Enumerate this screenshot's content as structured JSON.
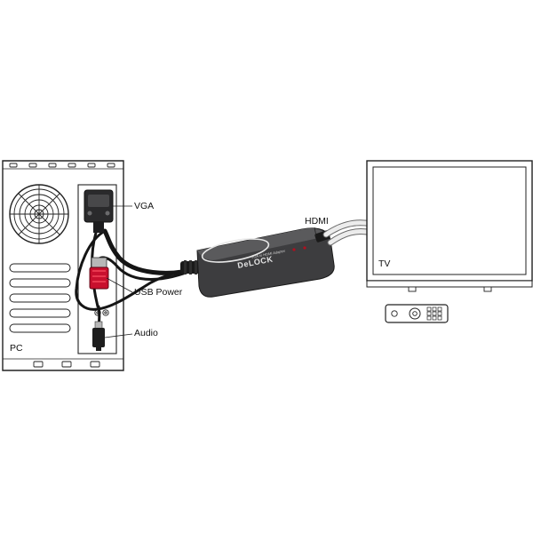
{
  "labels": {
    "vga": "VGA",
    "hdmi": "HDMI",
    "usb_power": "USB Power",
    "audio": "Audio",
    "pc": "PC",
    "tv": "TV"
  },
  "adapter": {
    "brand": "DeLOCK",
    "model_text": "VGA to HDMI Adapter"
  },
  "colors": {
    "line": "#222222",
    "adapter_body": "#3d3d3f",
    "adapter_top": "#555557",
    "usb_plug": "#c8102e",
    "cable": "#151515",
    "hdmi_cable": "#e6e6e6"
  }
}
